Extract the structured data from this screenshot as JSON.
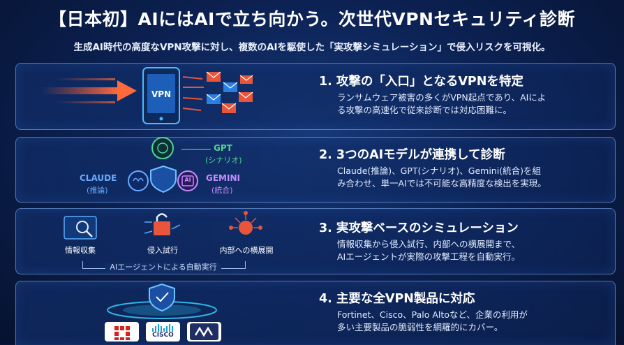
{
  "header": {
    "title": "【日本初】AIにはAIで立ち向かう。次世代VPNセキュリティ診断",
    "subtitle": "生成AI時代の高度なVPN攻撃に対し、複数のAIを駆使した「実攻撃シミュレーション」で侵入リスクを可視化。"
  },
  "sections": [
    {
      "title": "1. 攻撃の「入口」となるVPNを特定",
      "desc1": "ランサムウェア被害の多くがVPN起点であり、AIによ",
      "desc2": "る攻撃の高速化で従来診断では対応困難に。",
      "art": {
        "device_label": "VPN"
      }
    },
    {
      "title": "2. 3つのAIモデルが連携して診断",
      "desc1": "Claude(推論)、GPT(シナリオ)、Gemini(統合)を組",
      "desc2": "み合わせ、単一AIでは不可能な高精度な検出を実現。",
      "art": {
        "gpt_name": "GPT",
        "gpt_role": "(シナリオ)",
        "claude_name": "CLAUDE",
        "claude_role": "(推論)",
        "gemini_name": "GEMINI",
        "gemini_role": "(統合)",
        "ai_chip": "AI"
      }
    },
    {
      "title": "3. 実攻撃ベースのシミュレーション",
      "desc1": "情報収集から侵入試行、内部への横展開まで、",
      "desc2": "AIエージェントが実際の攻撃工程を自動実行。",
      "art": {
        "step1": "情報収集",
        "step2": "侵入試行",
        "step3": "内部への横展開",
        "bracket": "AIエージェントによる自動実行"
      }
    },
    {
      "title": "4. 主要な全VPN製品に対応",
      "desc1": "Fortinet、Cisco、Palo Altoなど、企業の利用が",
      "desc2": "多い主要製品の脆弱性を網羅的にカバー。",
      "art": {
        "cisco_logo_text": "CISCO"
      }
    }
  ],
  "colors": {
    "accent_red": "#e8553a",
    "accent_cyan": "#33d1ff",
    "gpt_green": "#4fd68a",
    "claude_blue": "#6aa8ff",
    "gemini_purple": "#c58cff",
    "fortinet_red": "#d6231e",
    "cisco_blue": "#1aa0d8",
    "paloalto_navy": "#1f2f66"
  }
}
